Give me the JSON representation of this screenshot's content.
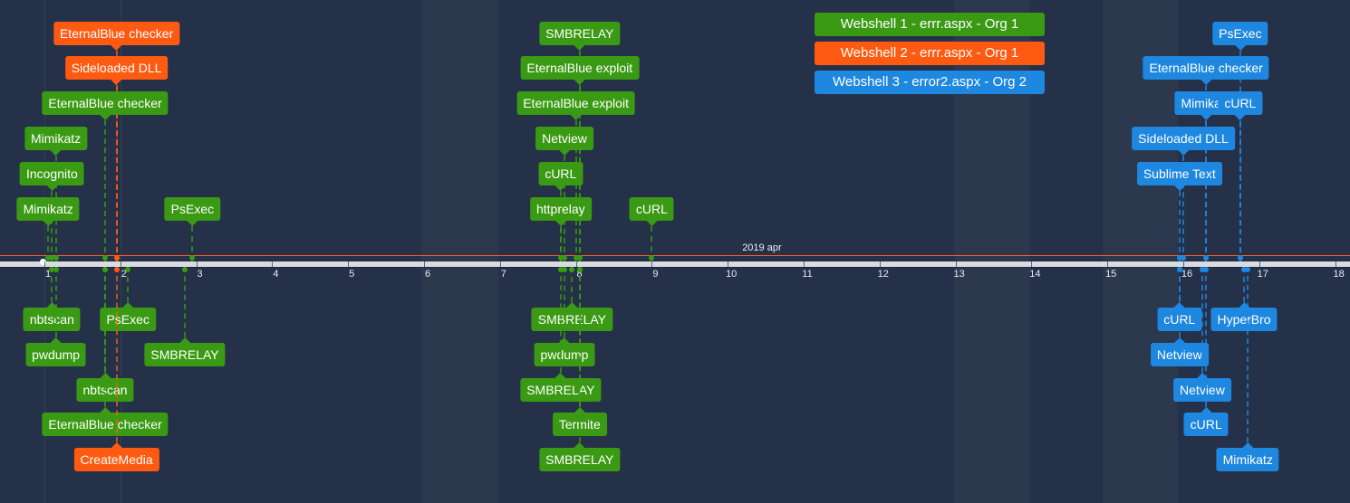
{
  "timeline": {
    "month_label": "2019 apr",
    "ticks": [
      "1",
      "2",
      "3",
      "4",
      "5",
      "6",
      "7",
      "8",
      "9",
      "10",
      "11",
      "12",
      "13",
      "14",
      "15",
      "16",
      "17",
      "18"
    ]
  },
  "colors": {
    "ws1": "#3a9a13",
    "ws2": "#ff5a12",
    "ws3": "#1e87e0",
    "background": "#253148",
    "track": "#ff5a1f"
  },
  "legend": [
    {
      "label": "Webshell 1 - errr.aspx - Org 1",
      "group": "ws1"
    },
    {
      "label": "Webshell 2 - errr.aspx - Org 1",
      "group": "ws2"
    },
    {
      "label": "Webshell 3 - error2.aspx - Org 2",
      "group": "ws3"
    }
  ],
  "events": [
    {
      "label": "EternalBlue checker",
      "group": "ws2",
      "day": 1.95,
      "side": "above",
      "row": 6
    },
    {
      "label": "Sideloaded DLL",
      "group": "ws2",
      "day": 1.95,
      "side": "above",
      "row": 5
    },
    {
      "label": "EternalBlue checker",
      "group": "ws1",
      "day": 1.8,
      "side": "above",
      "row": 4
    },
    {
      "label": "Mimikatz",
      "group": "ws1",
      "day": 1.15,
      "side": "above",
      "row": 3
    },
    {
      "label": "Incognito",
      "group": "ws1",
      "day": 1.1,
      "side": "above",
      "row": 2
    },
    {
      "label": "Mimikatz",
      "group": "ws1",
      "day": 1.05,
      "side": "above",
      "row": 1
    },
    {
      "label": "PsExec",
      "group": "ws1",
      "day": 2.95,
      "side": "above",
      "row": 1
    },
    {
      "label": "nbtscan",
      "group": "ws1",
      "day": 1.1,
      "side": "below",
      "row": 1
    },
    {
      "label": "pwdump",
      "group": "ws1",
      "day": 1.15,
      "side": "below",
      "row": 2
    },
    {
      "label": "PsExec",
      "group": "ws1",
      "day": 2.1,
      "side": "below",
      "row": 1
    },
    {
      "label": "SMBRELAY",
      "group": "ws1",
      "day": 2.85,
      "side": "below",
      "row": 2
    },
    {
      "label": "nbtscan",
      "group": "ws1",
      "day": 1.8,
      "side": "below",
      "row": 3
    },
    {
      "label": "EternalBlue checker",
      "group": "ws1",
      "day": 1.8,
      "side": "below",
      "row": 4
    },
    {
      "label": "CreateMedia",
      "group": "ws2",
      "day": 1.95,
      "side": "below",
      "row": 5
    },
    {
      "label": "SMBRELAY",
      "group": "ws1",
      "day": 8.05,
      "side": "above",
      "row": 6
    },
    {
      "label": "EternalBlue exploit",
      "group": "ws1",
      "day": 8.05,
      "side": "above",
      "row": 5
    },
    {
      "label": "EternalBlue exploit",
      "group": "ws1",
      "day": 8.0,
      "side": "above",
      "row": 4
    },
    {
      "label": "Netview",
      "group": "ws1",
      "day": 7.85,
      "side": "above",
      "row": 3
    },
    {
      "label": "cURL",
      "group": "ws1",
      "day": 7.8,
      "side": "above",
      "row": 2
    },
    {
      "label": "httprelay",
      "group": "ws1",
      "day": 7.8,
      "side": "above",
      "row": 1
    },
    {
      "label": "cURL",
      "group": "ws1",
      "day": 9.0,
      "side": "above",
      "row": 1
    },
    {
      "label": "SMBRELAY",
      "group": "ws1",
      "day": 7.95,
      "side": "below",
      "row": 1
    },
    {
      "label": "pwdump",
      "group": "ws1",
      "day": 7.85,
      "side": "below",
      "row": 2
    },
    {
      "label": "SMBRELAY",
      "group": "ws1",
      "day": 7.8,
      "side": "below",
      "row": 3
    },
    {
      "label": "Termite",
      "group": "ws1",
      "day": 8.05,
      "side": "below",
      "row": 4
    },
    {
      "label": "SMBRELAY",
      "group": "ws1",
      "day": 8.05,
      "side": "below",
      "row": 5
    },
    {
      "label": "PsExec",
      "group": "ws3",
      "day": 16.75,
      "side": "above",
      "row": 6
    },
    {
      "label": "EternalBlue checker",
      "group": "ws3",
      "day": 16.3,
      "side": "above",
      "row": 5
    },
    {
      "label": "Mimikatz",
      "group": "ws3",
      "day": 16.3,
      "side": "above",
      "row": 4
    },
    {
      "label": "cURL",
      "group": "ws3",
      "day": 16.75,
      "side": "above",
      "row": 4
    },
    {
      "label": "Sideloaded DLL",
      "group": "ws3",
      "day": 16.0,
      "side": "above",
      "row": 3
    },
    {
      "label": "Sublime Text",
      "group": "ws3",
      "day": 15.95,
      "side": "above",
      "row": 2
    },
    {
      "label": "cURL",
      "group": "ws3",
      "day": 15.95,
      "side": "below",
      "row": 1
    },
    {
      "label": "HyperBro",
      "group": "ws3",
      "day": 16.8,
      "side": "below",
      "row": 1
    },
    {
      "label": "Netview",
      "group": "ws3",
      "day": 15.95,
      "side": "below",
      "row": 2
    },
    {
      "label": "Netview",
      "group": "ws3",
      "day": 16.25,
      "side": "below",
      "row": 3
    },
    {
      "label": "cURL",
      "group": "ws3",
      "day": 16.3,
      "side": "below",
      "row": 4
    },
    {
      "label": "Mimikatz",
      "group": "ws3",
      "day": 16.85,
      "side": "below",
      "row": 5
    }
  ]
}
